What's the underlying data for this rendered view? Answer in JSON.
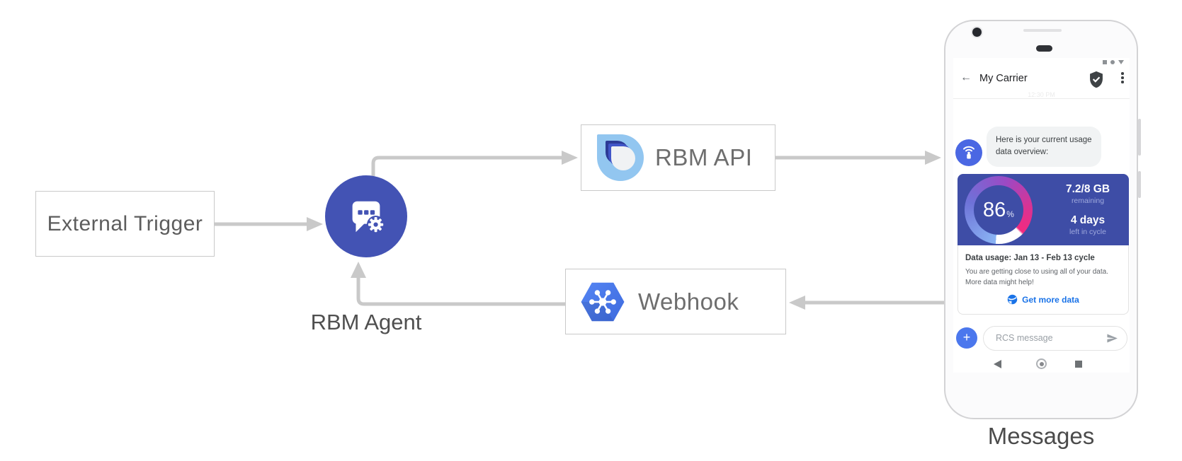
{
  "diagram": {
    "external_trigger": "External Trigger",
    "rbm_agent": "RBM Agent",
    "rbm_api": "RBM API",
    "webhook": "Webhook",
    "messages_caption": "Messages"
  },
  "phone": {
    "status_icons": [
      "square-icon",
      "circle-icon",
      "triangle-down-icon"
    ],
    "header": {
      "back_icon": "←",
      "title": "My Carrier",
      "verified_badge_icon": "shield-check-icon",
      "overflow_icon": "three-dot-menu-icon"
    },
    "timestamp_watermark": "12:30 PM",
    "agent_message": {
      "avatar_icon": "carrier-antenna-icon",
      "lines": [
        "Here is your current usage",
        "data overview:"
      ]
    },
    "usage_card": {
      "gauge_percent": "86",
      "gauge_percent_sign": "%",
      "remaining_value": "7.2/8 GB",
      "remaining_label": "remaining",
      "days_value": "4 days",
      "days_label": "left in cycle",
      "title": "Data usage: Jan 13 - Feb 13 cycle",
      "body_lines": [
        "You are getting close to using all of your data.",
        "More data might help!"
      ],
      "action_label": "Get more data",
      "action_icon": "globe-icon"
    },
    "composer": {
      "plus_label": "+",
      "placeholder": "RCS message",
      "send_icon": "send-arrow-icon"
    },
    "nav_icons": [
      "back-triangle-icon",
      "home-circle-icon",
      "recents-square-icon"
    ]
  },
  "colors": {
    "agent_circle": "#4353b4",
    "hero_card": "#3e4da6",
    "avatar_blue": "#4a67e3",
    "compose_blue": "#4b77ed",
    "link_blue": "#1a73e8",
    "edge_gray": "#c9c9c9",
    "gauge_gradient": [
      "#8ab5f4",
      "#6e72d8",
      "#9c49c4",
      "#d93393",
      "#f22a80",
      "#ffffff"
    ]
  }
}
